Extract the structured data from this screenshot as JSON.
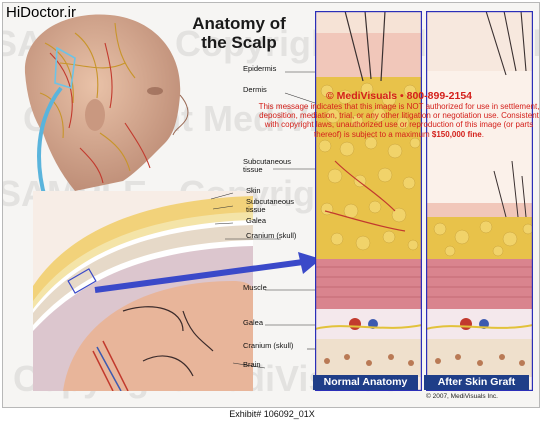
{
  "site_name": "HiDoctor.ir",
  "title": "Anatomy of the Scalp",
  "watermark_texts": [
    "SAMPLE - Copyright MediVisuals",
    "Copyright MediVisuals",
    "SAMPLE - Copyright",
    "Copyright MediVisuals"
  ],
  "labels_top": {
    "epidermis": "Epidermis",
    "dermis": "Dermis",
    "subcutaneous": "Subcutaneous tissue"
  },
  "labels_inset": {
    "skin": "Skin",
    "subcutaneous": "Subcutaneous tissue",
    "galea": "Galea",
    "cranium": "Cranium (skull)"
  },
  "labels_lower": {
    "muscle": "Muscle",
    "galea": "Galea",
    "cranium": "Cranium (skull)",
    "brain": "Brain"
  },
  "panels": {
    "normal": "Normal Anatomy",
    "graft": "After Skin Graft"
  },
  "notice": {
    "heading": "© MediVisuals • 800-899-2154",
    "body": "This message indicates that this image is NOT authorized for use in settlement, deposition, mediation, trial, or any other litigation or negotiation use. Consistent with copyright laws, unauthorized use or reproduction of this image (or parts thereof) is subject to a maximum",
    "amount": "$150,000 fine",
    "end": "."
  },
  "copyright": "© 2007, MediVisuals Inc.",
  "exhibit": "Exhibit# 106092_01X",
  "colors": {
    "panel_border": "#2b2fb8",
    "caption_bg": "#1f3e88",
    "notice_red": "#d4201b",
    "arrow_blue": "#5ab4dc"
  }
}
